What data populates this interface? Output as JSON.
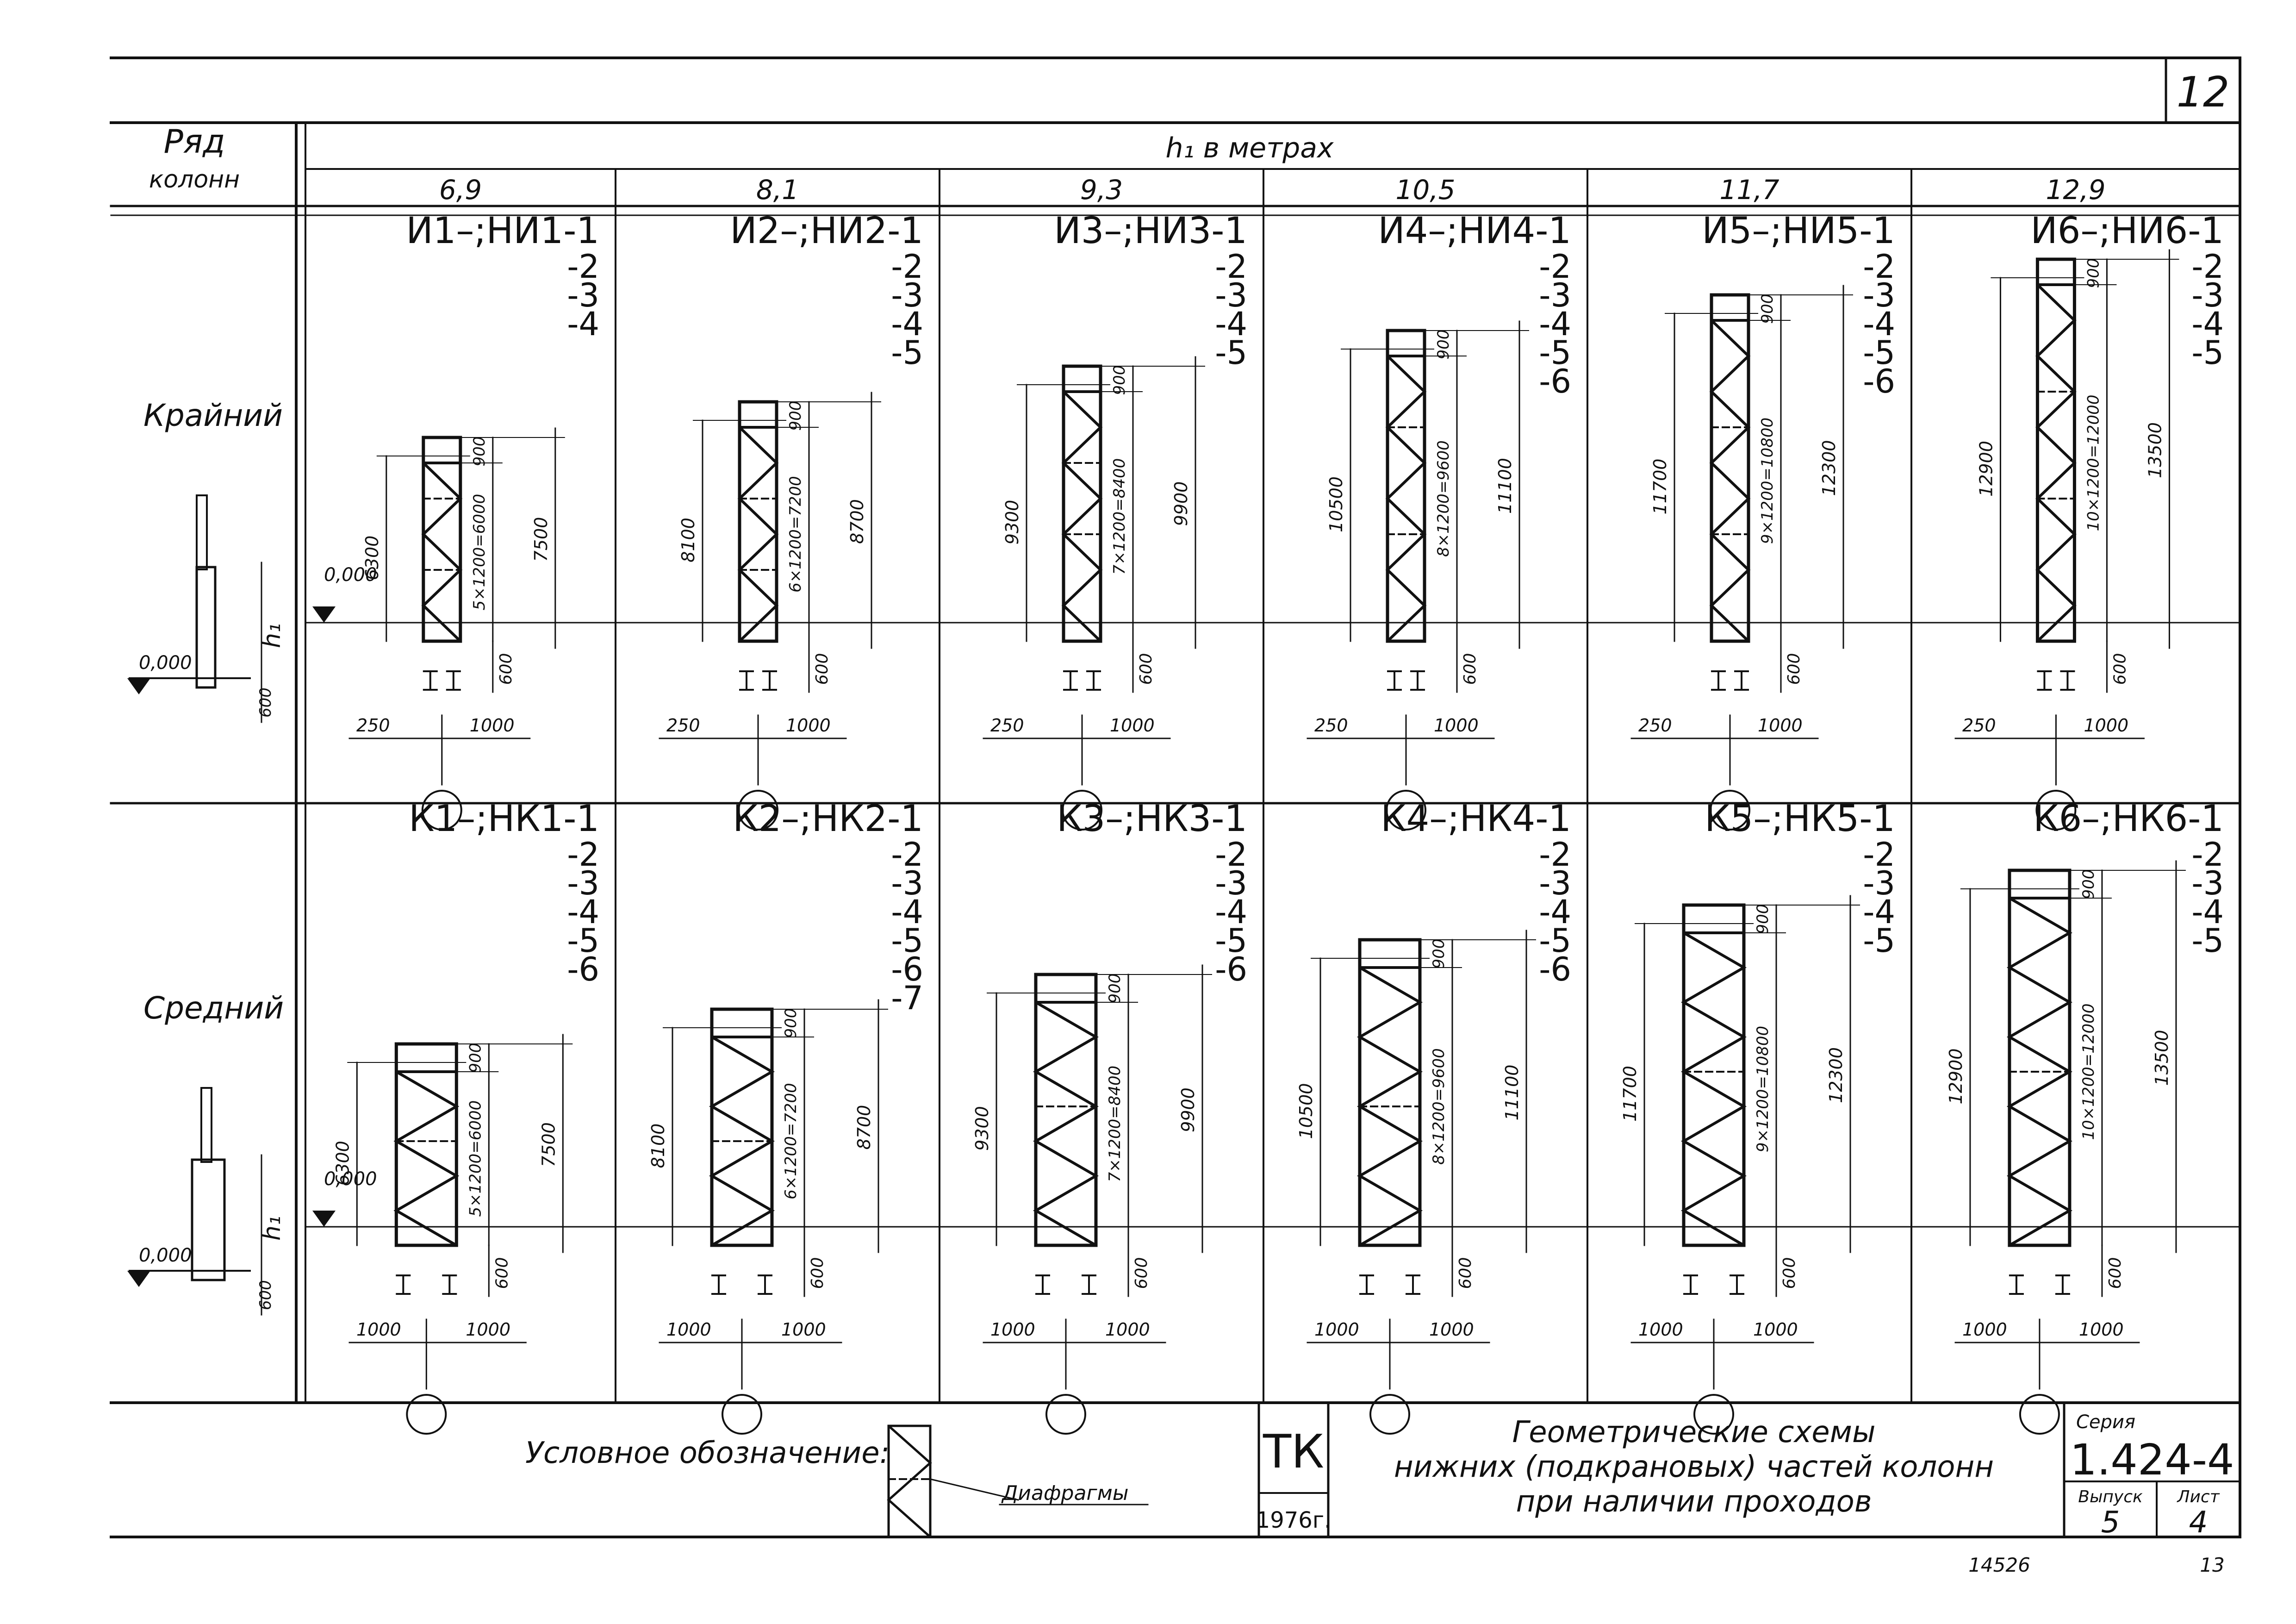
{
  "sheet": {
    "page_number": "12",
    "row_header": {
      "line1": "Ряд",
      "line2": "колонн"
    },
    "h1_header": "h₁ в метрах",
    "heights": [
      "6,9",
      "8,1",
      "9,3",
      "10,5",
      "11,7",
      "12,9"
    ],
    "rows": [
      {
        "label": "Крайний",
        "ground": "0,000",
        "h": "h₁",
        "dim_600": "600",
        "columns": [
          {
            "mark": "И1–;НИ1-1",
            "suffixes": [
              "-2",
              "-3",
              "-4"
            ],
            "total": "6300",
            "panels": "5×1200=6000",
            "top": "900",
            "full": "7500",
            "bottom": "600",
            "left_dim": "250",
            "right_dim": "1000"
          },
          {
            "mark": "И2–;НИ2-1",
            "suffixes": [
              "-2",
              "-3",
              "-4",
              "-5"
            ],
            "total": "8100",
            "panels": "6×1200=7200",
            "top": "900",
            "full": "8700",
            "bottom": "600",
            "left_dim": "250",
            "right_dim": "1000"
          },
          {
            "mark": "И3–;НИ3-1",
            "suffixes": [
              "-2",
              "-3",
              "-4",
              "-5"
            ],
            "total": "9300",
            "panels": "7×1200=8400",
            "top": "900",
            "full": "9900",
            "bottom": "600",
            "left_dim": "250",
            "right_dim": "1000"
          },
          {
            "mark": "И4–;НИ4-1",
            "suffixes": [
              "-2",
              "-3",
              "-4",
              "-5",
              "-6"
            ],
            "total": "10500",
            "panels": "8×1200=9600",
            "top": "900",
            "full": "11100",
            "bottom": "600",
            "left_dim": "250",
            "right_dim": "1000"
          },
          {
            "mark": "И5–;НИ5-1",
            "suffixes": [
              "-2",
              "-3",
              "-4",
              "-5",
              "-6"
            ],
            "total": "11700",
            "panels": "9×1200=10800",
            "top": "900",
            "full": "12300",
            "bottom": "600",
            "left_dim": "250",
            "right_dim": "1000"
          },
          {
            "mark": "И6–;НИ6-1",
            "suffixes": [
              "-2",
              "-3",
              "-4",
              "-5"
            ],
            "total": "12900",
            "panels": "10×1200=12000",
            "top": "900",
            "full": "13500",
            "bottom": "600",
            "left_dim": "250",
            "right_dim": "1000"
          }
        ]
      },
      {
        "label": "Средний",
        "ground": "0,000",
        "h": "h₁",
        "dim_600": "600",
        "columns": [
          {
            "mark": "К1–;НК1-1",
            "suffixes": [
              "-2",
              "-3",
              "-4",
              "-5",
              "-6"
            ],
            "total": "6300",
            "panels": "5×1200=6000",
            "top": "900",
            "full": "7500",
            "bottom": "600",
            "left_dim": "1000",
            "right_dim": "1000"
          },
          {
            "mark": "К2–;НК2-1",
            "suffixes": [
              "-2",
              "-3",
              "-4",
              "-5",
              "-6",
              "-7"
            ],
            "total": "8100",
            "panels": "6×1200=7200",
            "top": "900",
            "full": "8700",
            "bottom": "600",
            "left_dim": "1000",
            "right_dim": "1000"
          },
          {
            "mark": "К3–;НК3-1",
            "suffixes": [
              "-2",
              "-3",
              "-4",
              "-5",
              "-6"
            ],
            "total": "9300",
            "panels": "7×1200=8400",
            "top": "900",
            "full": "9900",
            "bottom": "600",
            "left_dim": "1000",
            "right_dim": "1000"
          },
          {
            "mark": "К4–;НК4-1",
            "suffixes": [
              "-2",
              "-3",
              "-4",
              "-5",
              "-6"
            ],
            "total": "10500",
            "panels": "8×1200=9600",
            "top": "900",
            "full": "11100",
            "bottom": "600",
            "left_dim": "1000",
            "right_dim": "1000"
          },
          {
            "mark": "К5–;НК5-1",
            "suffixes": [
              "-2",
              "-3",
              "-4",
              "-5"
            ],
            "total": "11700",
            "panels": "9×1200=10800",
            "top": "900",
            "full": "12300",
            "bottom": "600",
            "left_dim": "1000",
            "right_dim": "1000"
          },
          {
            "mark": "К6–;НК6-1",
            "suffixes": [
              "-2",
              "-3",
              "-4",
              "-5"
            ],
            "total": "12900",
            "panels": "10×1200=12000",
            "top": "900",
            "full": "13500",
            "bottom": "600",
            "left_dim": "1000",
            "right_dim": "1000"
          }
        ]
      }
    ],
    "legend": {
      "label": "Условное обозначение:",
      "diaphragm": "Диафрагмы"
    },
    "title_block": {
      "org": "ТК",
      "year": "1976г.",
      "title_lines": [
        "Геометрические схемы",
        "нижних (подкрановых) частей колонн",
        "при наличии проходов"
      ],
      "series_label": "Серия",
      "series": "1.424-4",
      "issue_label": "Выпуск",
      "issue": "5",
      "sheet_label": "Лист",
      "sheet_no": "4"
    },
    "footer": {
      "inventory": "14526",
      "page": "13"
    }
  }
}
